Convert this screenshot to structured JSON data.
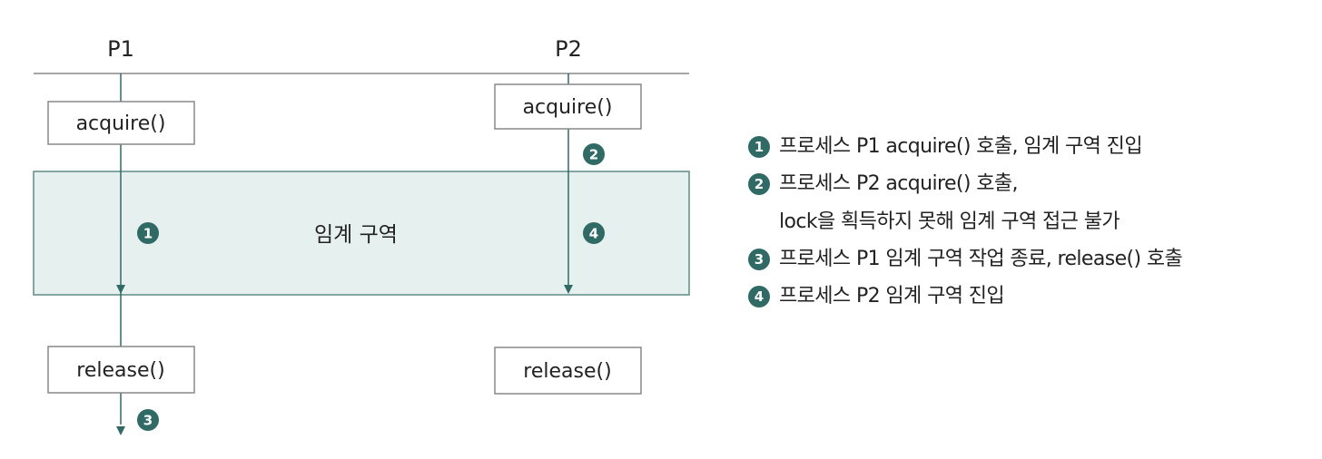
{
  "processes": {
    "p1": {
      "label": "P1",
      "acquire_label": "acquire()",
      "release_label": "release()"
    },
    "p2": {
      "label": "P2",
      "acquire_label": "acquire()",
      "release_label": "release()"
    }
  },
  "critical_section": {
    "label": "임계 구역"
  },
  "markers": {
    "m1": "1",
    "m2": "2",
    "m3": "3",
    "m4": "4"
  },
  "legend": {
    "items": [
      {
        "marker": "1",
        "lines": [
          "프로세스 P1 acquire() 호출, 임계 구역 진입"
        ]
      },
      {
        "marker": "2",
        "lines": [
          "프로세스 P2 acquire() 호출,",
          "lock을 획득하지 못해 임계 구역 접근 불가"
        ]
      },
      {
        "marker": "3",
        "lines": [
          "프로세스 P1 임계 구역 작업 종료, release() 호출"
        ]
      },
      {
        "marker": "4",
        "lines": [
          "프로세스 P2 임계 구역 진입"
        ]
      }
    ]
  },
  "colors": {
    "accent": "#2f6b64",
    "critical_fill": "#e6f0ef",
    "line": "#888888"
  }
}
